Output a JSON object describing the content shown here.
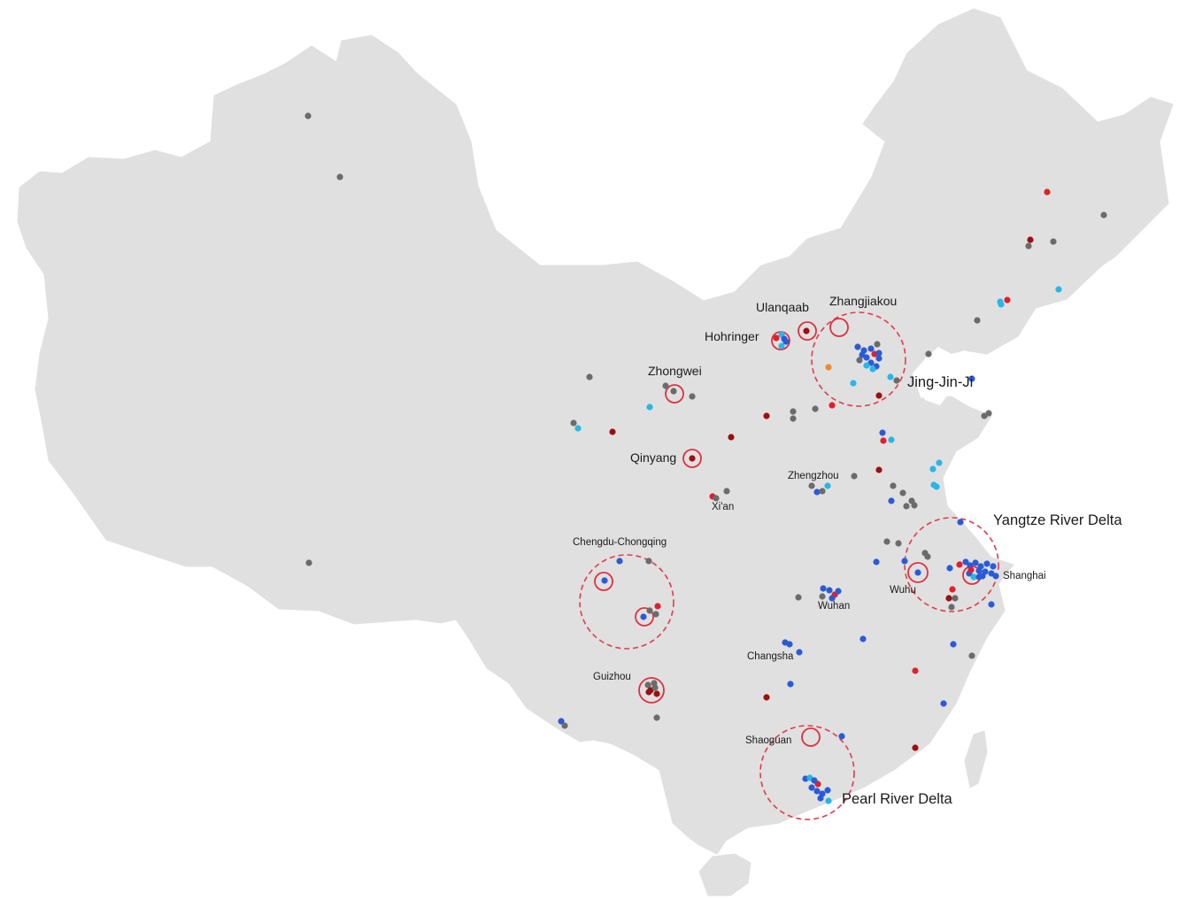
{
  "map": {
    "colors": {
      "land": "#e0e0e0",
      "cluster_stroke": "#e03c4c",
      "ring_stroke": "#e0303f",
      "dot_gray": "#6b6b6b",
      "dot_blue": "#2a5bd7",
      "dot_cyan": "#29b6e6",
      "dot_red": "#e0202a",
      "dot_darkred": "#9b1010",
      "dot_orange": "#f08a2a"
    },
    "labels": {
      "ulanqaab": "Ulanqaab",
      "zhangjiakou": "Zhangjiakou",
      "hohhot": "Hohringer",
      "zhongwei": "Zhongwei",
      "jingjinji": "Jing-Jin-Ji",
      "qinyang": "Qinyang",
      "zhengzhou": "Zhengzhou",
      "xian": "Xi'an",
      "yangtze": "Yangtze River Delta",
      "chengdu": "Chengdu-Chongqing",
      "shanghai": "Shanghai",
      "wuhu": "Wuhu",
      "wuhan": "Wuhan",
      "changsha": "Changsha",
      "guizhou": "Guizhou",
      "shaoguan": "Shaoguan",
      "prd": "Pearl River Delta"
    }
  }
}
